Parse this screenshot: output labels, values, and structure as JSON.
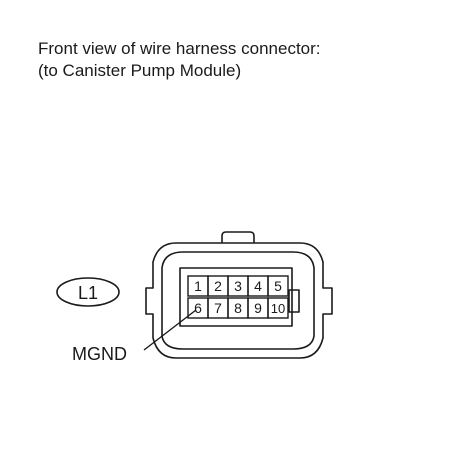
{
  "title": {
    "line1": "Front view of wire harness connector:",
    "line2": "(to Canister Pump Module)"
  },
  "connector": {
    "code": "L1",
    "pins_top": [
      "1",
      "2",
      "3",
      "4",
      "5"
    ],
    "pins_bottom": [
      "6",
      "7",
      "8",
      "9",
      "10"
    ]
  },
  "callout": {
    "label": "MGND",
    "pin": "6"
  },
  "colors": {
    "line": "#1a1a1a",
    "background": "#ffffff"
  }
}
